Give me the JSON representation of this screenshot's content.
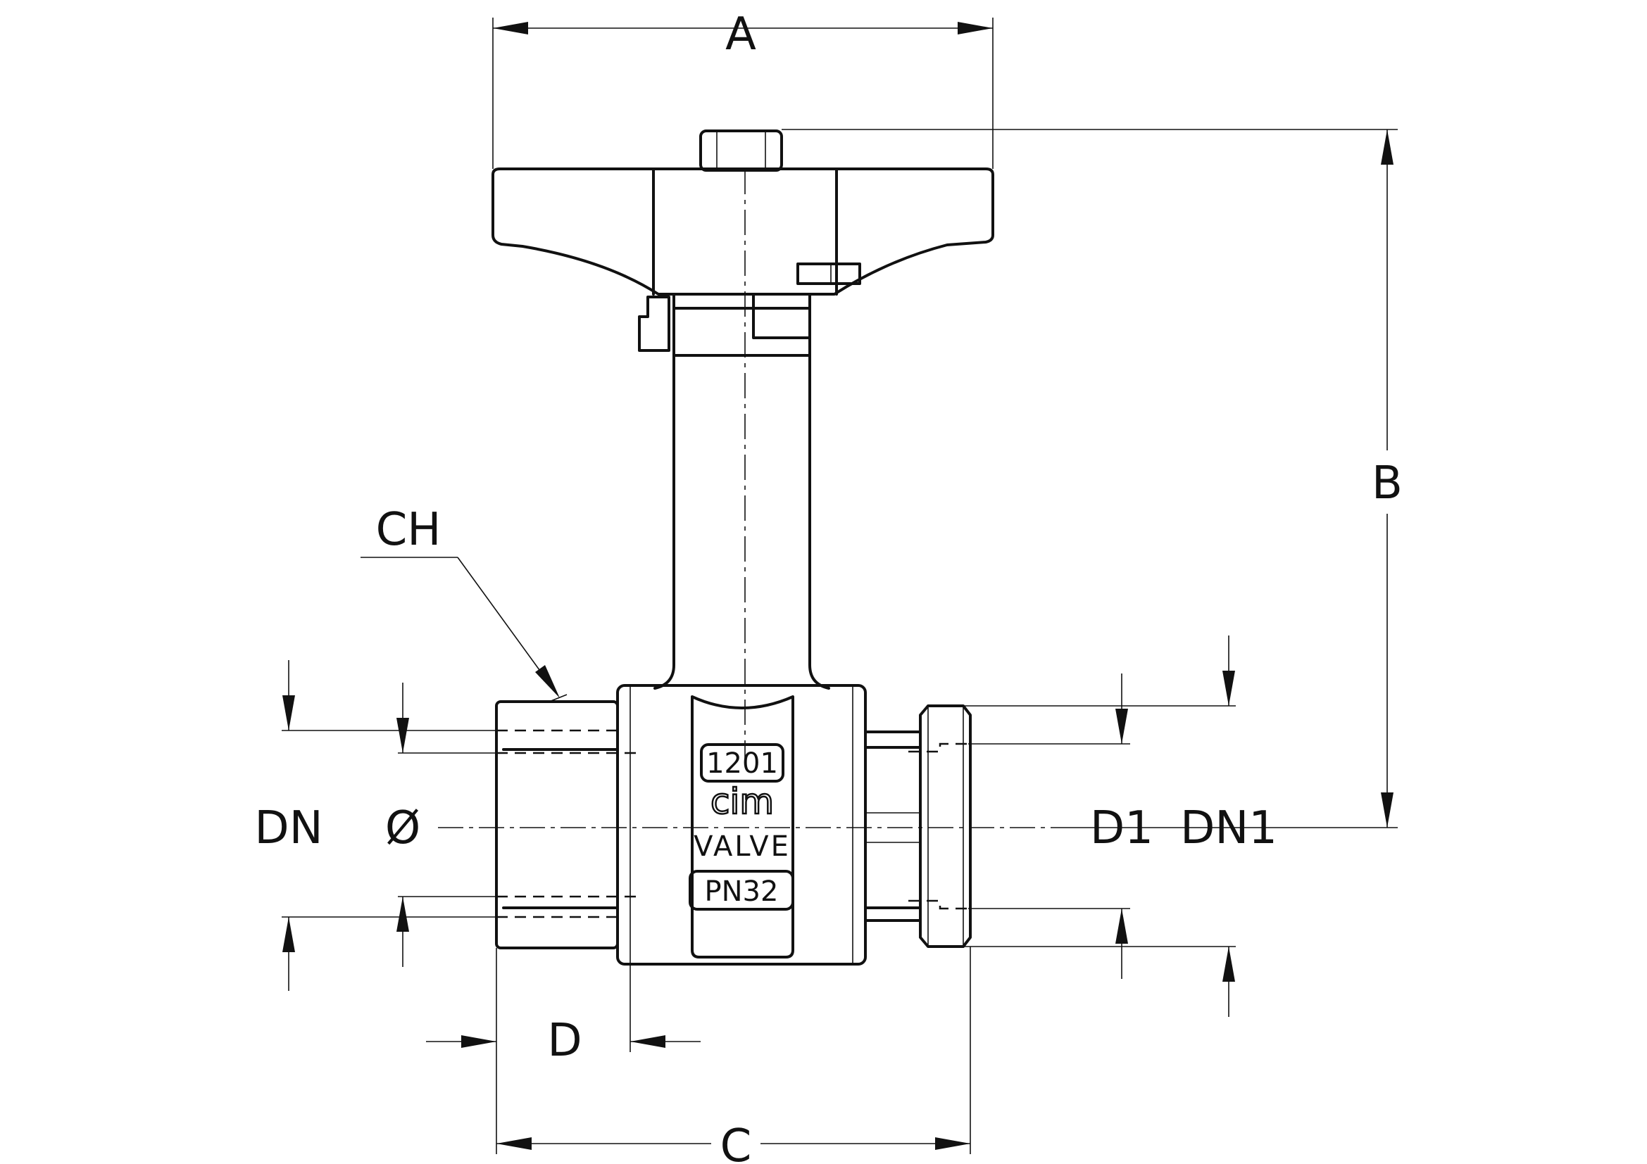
{
  "dimensions": {
    "A": "A",
    "B": "B",
    "C": "C",
    "D": "D",
    "CH": "CH",
    "DN": "DN",
    "phi": "Ø",
    "D1": "D1",
    "DN1": "DN1"
  },
  "body_marks": {
    "code": "1201",
    "brand": "cim",
    "type": "VALVE",
    "pressure": "PN32"
  },
  "colors": {
    "line": "#111111",
    "background": "#ffffff"
  }
}
